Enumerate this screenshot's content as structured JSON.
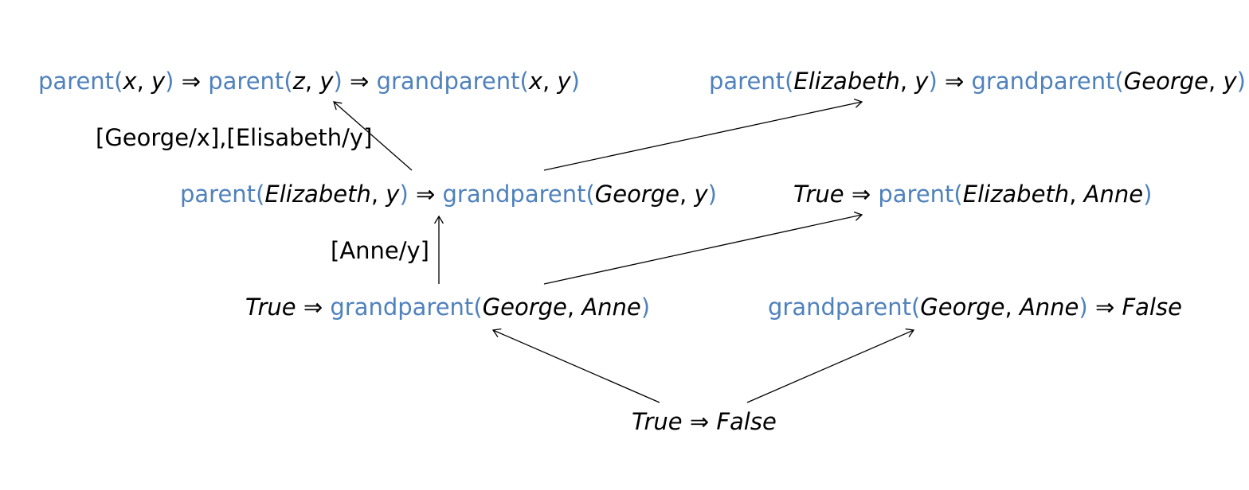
{
  "colors": {
    "predicate": "#4f81bd",
    "text": "#000000",
    "edge": "#000000"
  },
  "nodes": [
    {
      "id": "n1",
      "tokens": [
        {
          "t": "parent",
          "k": "pred"
        },
        {
          "t": "(",
          "k": "paren"
        },
        {
          "t": "x",
          "k": "var"
        },
        {
          "t": ", ",
          "k": "punct"
        },
        {
          "t": "y",
          "k": "var"
        },
        {
          "t": ")",
          "k": "paren"
        },
        {
          "t": " ⇒ ",
          "k": "op"
        },
        {
          "t": "parent",
          "k": "pred"
        },
        {
          "t": "(",
          "k": "paren"
        },
        {
          "t": "z",
          "k": "var"
        },
        {
          "t": ", ",
          "k": "punct"
        },
        {
          "t": "y",
          "k": "var"
        },
        {
          "t": ")",
          "k": "paren"
        },
        {
          "t": " ⇒ ",
          "k": "op"
        },
        {
          "t": "grandparent",
          "k": "pred"
        },
        {
          "t": "(",
          "k": "paren"
        },
        {
          "t": "x",
          "k": "var"
        },
        {
          "t": ", ",
          "k": "punct"
        },
        {
          "t": "y",
          "k": "var"
        },
        {
          "t": ")",
          "k": "paren"
        }
      ]
    },
    {
      "id": "n2",
      "tokens": [
        {
          "t": "parent",
          "k": "pred"
        },
        {
          "t": "(",
          "k": "paren"
        },
        {
          "t": "Elizabeth",
          "k": "var"
        },
        {
          "t": ", ",
          "k": "punct"
        },
        {
          "t": "y",
          "k": "var"
        },
        {
          "t": ")",
          "k": "paren"
        },
        {
          "t": " ⇒ ",
          "k": "op"
        },
        {
          "t": "grandparent",
          "k": "pred"
        },
        {
          "t": "(",
          "k": "paren"
        },
        {
          "t": "George",
          "k": "var"
        },
        {
          "t": ", ",
          "k": "punct"
        },
        {
          "t": "y",
          "k": "var"
        },
        {
          "t": ")",
          "k": "paren"
        }
      ]
    },
    {
      "id": "n3",
      "tokens": [
        {
          "t": "parent",
          "k": "pred"
        },
        {
          "t": "(",
          "k": "paren"
        },
        {
          "t": "Elizabeth",
          "k": "var"
        },
        {
          "t": ", ",
          "k": "punct"
        },
        {
          "t": "y",
          "k": "var"
        },
        {
          "t": ")",
          "k": "paren"
        },
        {
          "t": " ⇒ ",
          "k": "op"
        },
        {
          "t": "grandparent",
          "k": "pred"
        },
        {
          "t": "(",
          "k": "paren"
        },
        {
          "t": "George",
          "k": "var"
        },
        {
          "t": ", ",
          "k": "punct"
        },
        {
          "t": "y",
          "k": "var"
        },
        {
          "t": ")",
          "k": "paren"
        }
      ]
    },
    {
      "id": "n4",
      "tokens": [
        {
          "t": "True",
          "k": "var"
        },
        {
          "t": " ⇒ ",
          "k": "op"
        },
        {
          "t": "parent",
          "k": "pred"
        },
        {
          "t": "(",
          "k": "paren"
        },
        {
          "t": "Elizabeth",
          "k": "var"
        },
        {
          "t": ", ",
          "k": "punct"
        },
        {
          "t": "Anne",
          "k": "var"
        },
        {
          "t": ")",
          "k": "paren"
        }
      ]
    },
    {
      "id": "n5",
      "tokens": [
        {
          "t": "True",
          "k": "var"
        },
        {
          "t": " ⇒ ",
          "k": "op"
        },
        {
          "t": "grandparent",
          "k": "pred"
        },
        {
          "t": "(",
          "k": "paren"
        },
        {
          "t": "George",
          "k": "var"
        },
        {
          "t": ", ",
          "k": "punct"
        },
        {
          "t": "Anne",
          "k": "var"
        },
        {
          "t": ")",
          "k": "paren"
        }
      ]
    },
    {
      "id": "n6",
      "tokens": [
        {
          "t": "grandparent",
          "k": "pred"
        },
        {
          "t": "(",
          "k": "paren"
        },
        {
          "t": "George",
          "k": "var"
        },
        {
          "t": ", ",
          "k": "punct"
        },
        {
          "t": "Anne",
          "k": "var"
        },
        {
          "t": ")",
          "k": "paren"
        },
        {
          "t": " ⇒ ",
          "k": "op"
        },
        {
          "t": "False",
          "k": "var"
        }
      ]
    },
    {
      "id": "n7",
      "tokens": [
        {
          "t": "True",
          "k": "var"
        },
        {
          "t": " ⇒ ",
          "k": "op"
        },
        {
          "t": "False",
          "k": "var"
        }
      ]
    }
  ],
  "substitutions": [
    {
      "id": "s1",
      "text": "[George/x],[Elisabeth/y]"
    },
    {
      "id": "s2",
      "text": "[Anne/y]"
    }
  ],
  "edges": [
    {
      "id": "e1",
      "from": "n3",
      "to": "n1",
      "label": "s1"
    },
    {
      "id": "e2",
      "from": "n3",
      "to": "n2",
      "label": ""
    },
    {
      "id": "e3",
      "from": "n5",
      "to": "n3",
      "label": "s2"
    },
    {
      "id": "e4",
      "from": "n5",
      "to": "n4",
      "label": ""
    },
    {
      "id": "e5",
      "from": "n7",
      "to": "n5",
      "label": ""
    },
    {
      "id": "e6",
      "from": "n7",
      "to": "n6",
      "label": ""
    }
  ]
}
